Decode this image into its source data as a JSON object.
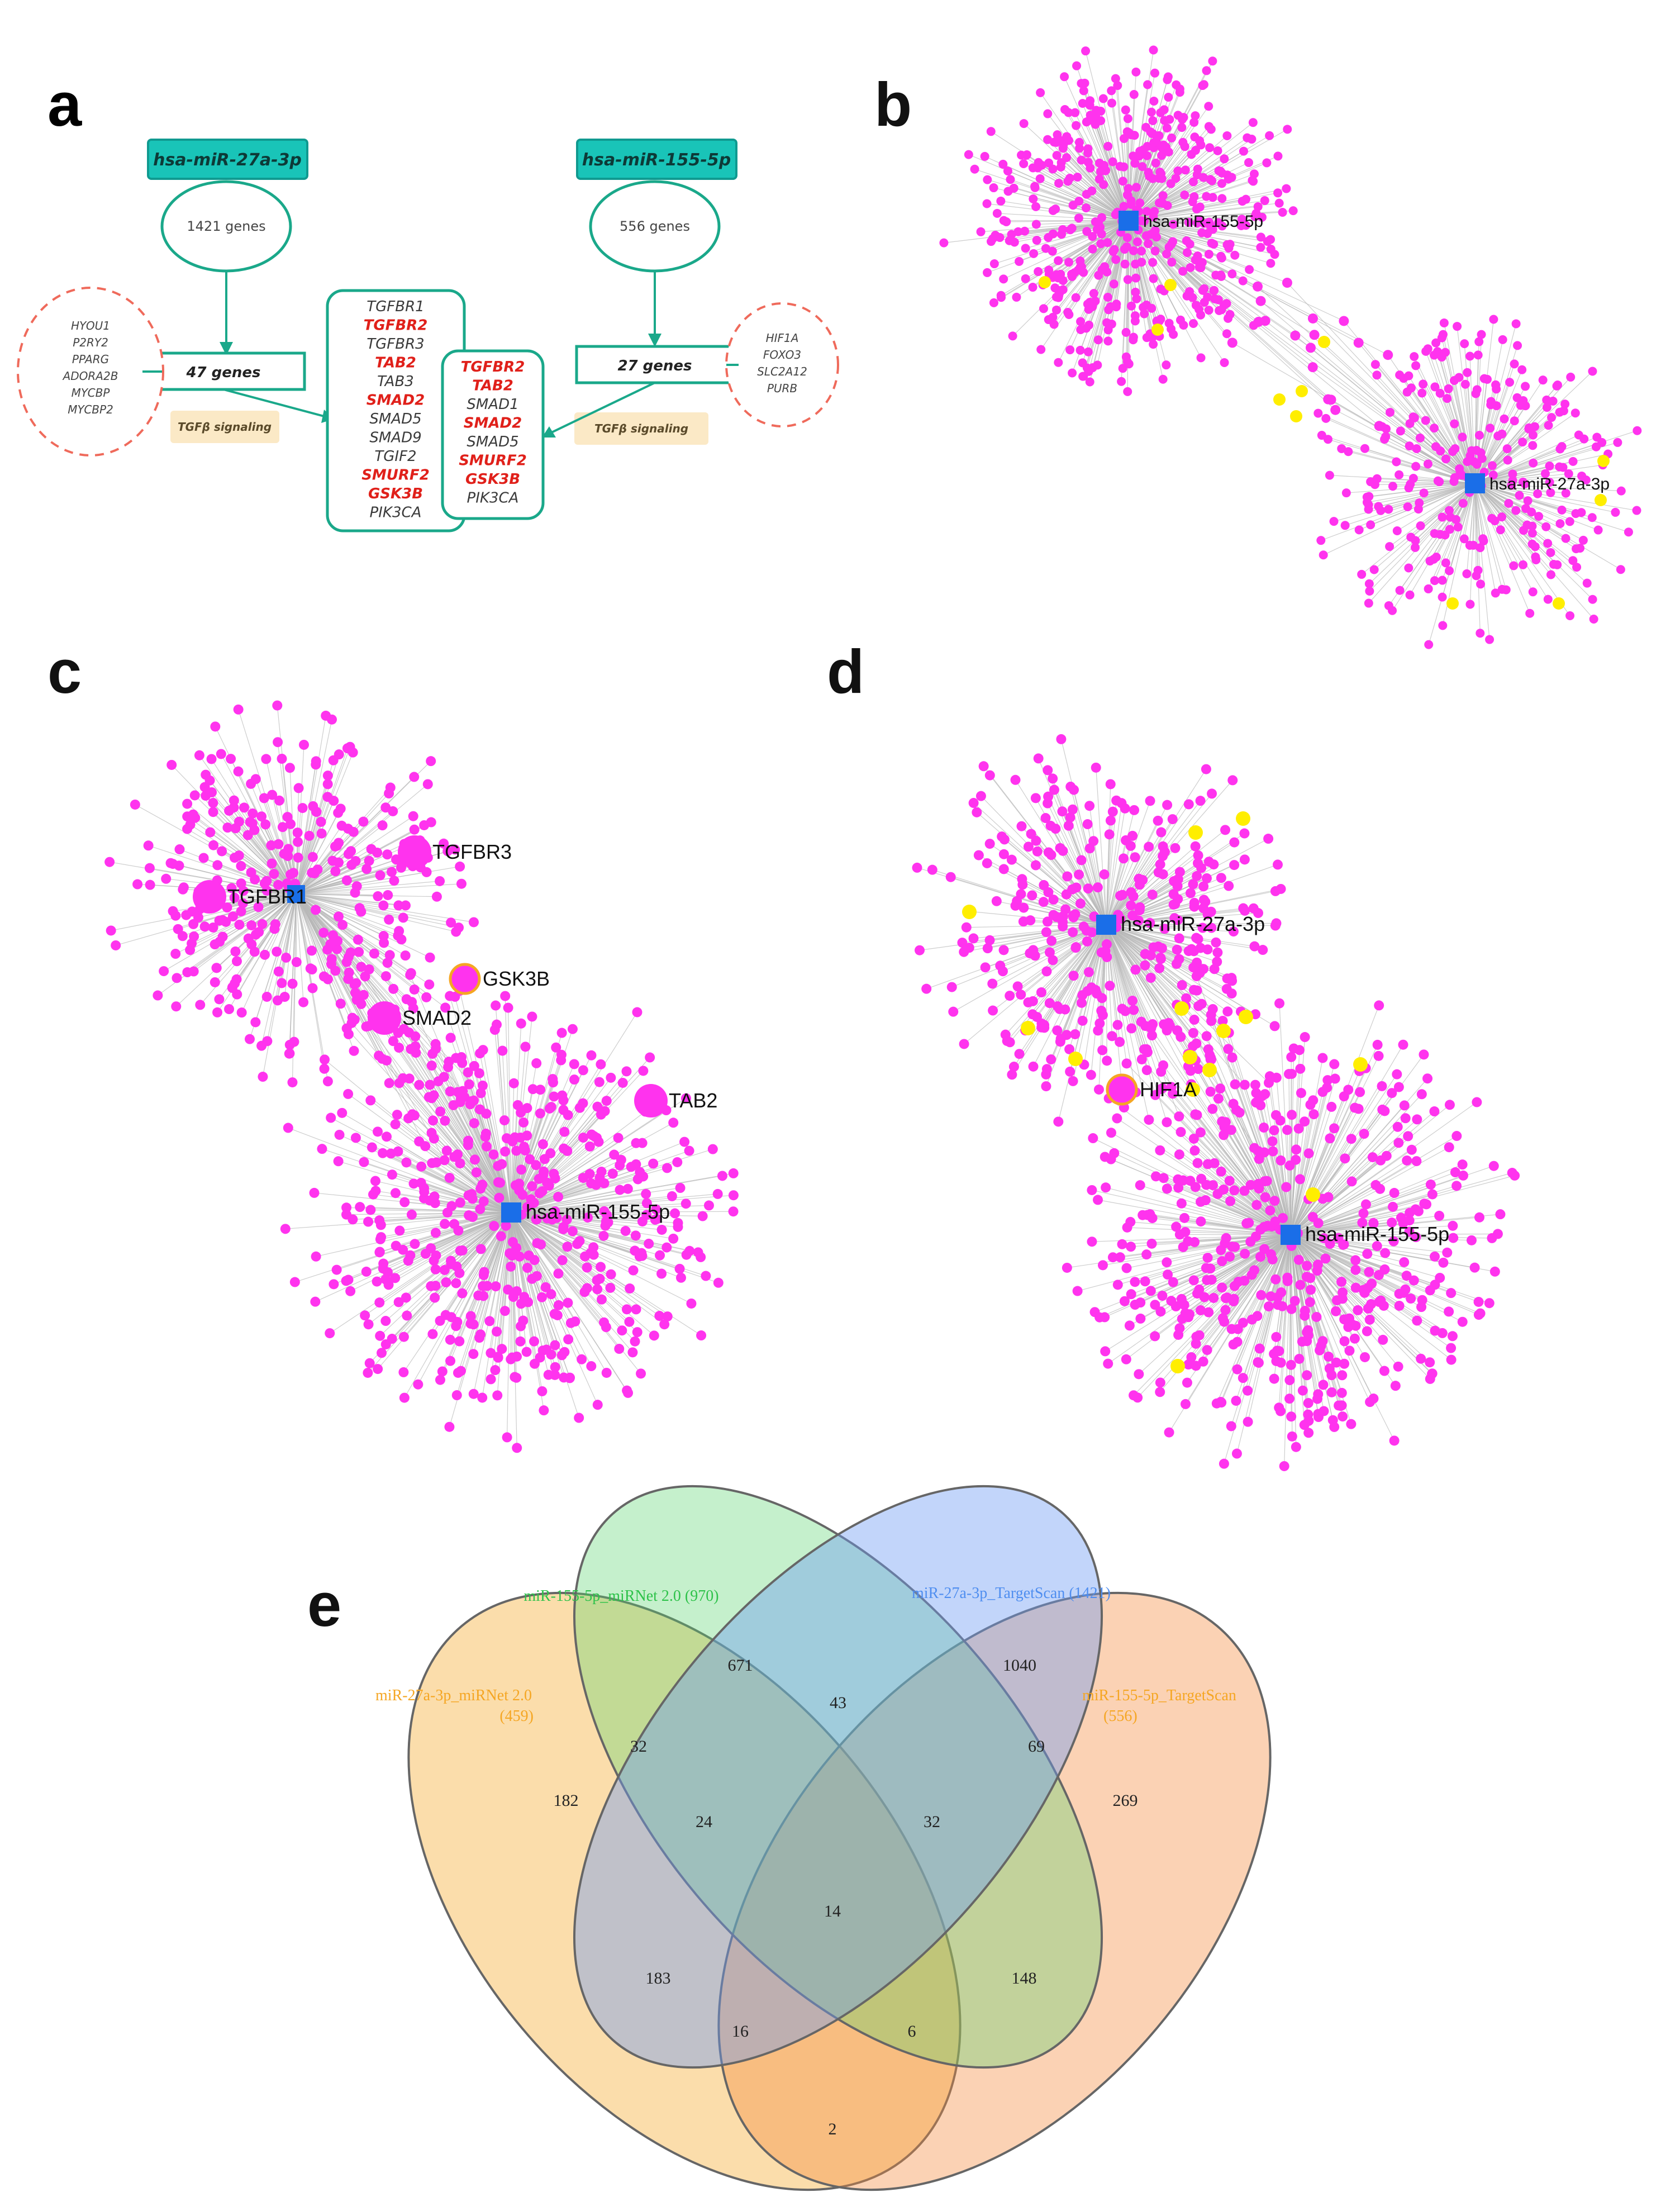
{
  "panels": {
    "a": {
      "letter": "a",
      "left": {
        "mirna": "hsa-miR-27a-3p",
        "genes_label": "1421 genes",
        "count_label": "47 genes",
        "pathway": "TGFβ signaling",
        "side_genes": [
          "HYOU1",
          "P2RY2",
          "PPARG",
          "ADORA2B",
          "MYCBP",
          "MYCBP2"
        ],
        "list": [
          {
            "gene": "TGFBR1",
            "highlight": false
          },
          {
            "gene": "TGFBR2",
            "highlight": true
          },
          {
            "gene": "TGFBR3",
            "highlight": false
          },
          {
            "gene": "TAB2",
            "highlight": true
          },
          {
            "gene": "TAB3",
            "highlight": false
          },
          {
            "gene": "SMAD2",
            "highlight": true
          },
          {
            "gene": "SMAD5",
            "highlight": false
          },
          {
            "gene": "SMAD9",
            "highlight": false
          },
          {
            "gene": "TGIF2",
            "highlight": false
          },
          {
            "gene": "SMURF2",
            "highlight": true
          },
          {
            "gene": "GSK3B",
            "highlight": true
          },
          {
            "gene": "PIK3CA",
            "highlight": false
          }
        ]
      },
      "right": {
        "mirna": "hsa-miR-155-5p",
        "genes_label": "556 genes",
        "count_label": "27 genes",
        "pathway": "TGFβ signaling",
        "side_genes": [
          "HIF1A",
          "FOXO3",
          "SLC2A12",
          "PURB"
        ],
        "list": [
          {
            "gene": "TGFBR2",
            "highlight": true
          },
          {
            "gene": "TAB2",
            "highlight": true
          },
          {
            "gene": "SMAD1",
            "highlight": false
          },
          {
            "gene": "SMAD2",
            "highlight": true
          },
          {
            "gene": "SMAD5",
            "highlight": false
          },
          {
            "gene": "SMURF2",
            "highlight": true
          },
          {
            "gene": "GSK3B",
            "highlight": true
          },
          {
            "gene": "PIK3CA",
            "highlight": false
          }
        ]
      }
    },
    "b": {
      "letter": "b",
      "hub_labels": [
        "hsa-miR-155-5p",
        "hsa-miR-27a-3p"
      ]
    },
    "c": {
      "letter": "c",
      "hub_labels": [
        "hsa-miR-155-5p"
      ],
      "gene_labels": [
        "TGFBR1",
        "TGFBR3",
        "GSK3B",
        "SMAD2",
        "TAB2"
      ]
    },
    "d": {
      "letter": "d",
      "hub_labels": [
        "hsa-miR-27a-3p",
        "hsa-miR-155-5p"
      ],
      "gene_labels": [
        "HIF1A"
      ]
    },
    "e": {
      "letter": "e",
      "sets": [
        {
          "name": "miR-27a-3p_miRNet 2.0",
          "size": "(459)",
          "color": "#f5a623"
        },
        {
          "name": "miR-155-5p_miRNet 2.0 (970)",
          "color": "#2ec24a"
        },
        {
          "name": "miR-27a-3p_TargetScan (1421)",
          "color": "#4f8ef0"
        },
        {
          "name": "miR-155-5p_TargetScan",
          "size": "(556)",
          "color": "#f5a623"
        }
      ],
      "regions": [
        "671",
        "1040",
        "182",
        "269",
        "43",
        "32",
        "69",
        "24",
        "32",
        "14",
        "183",
        "148",
        "16",
        "6",
        "2"
      ]
    }
  },
  "colors": {
    "gene_node": "#ff33ee",
    "hub_node": "#1a6ee8",
    "shared_node": "#ffee00",
    "edge": "#b8b8b8",
    "highlight_gene": "#e0201a"
  }
}
